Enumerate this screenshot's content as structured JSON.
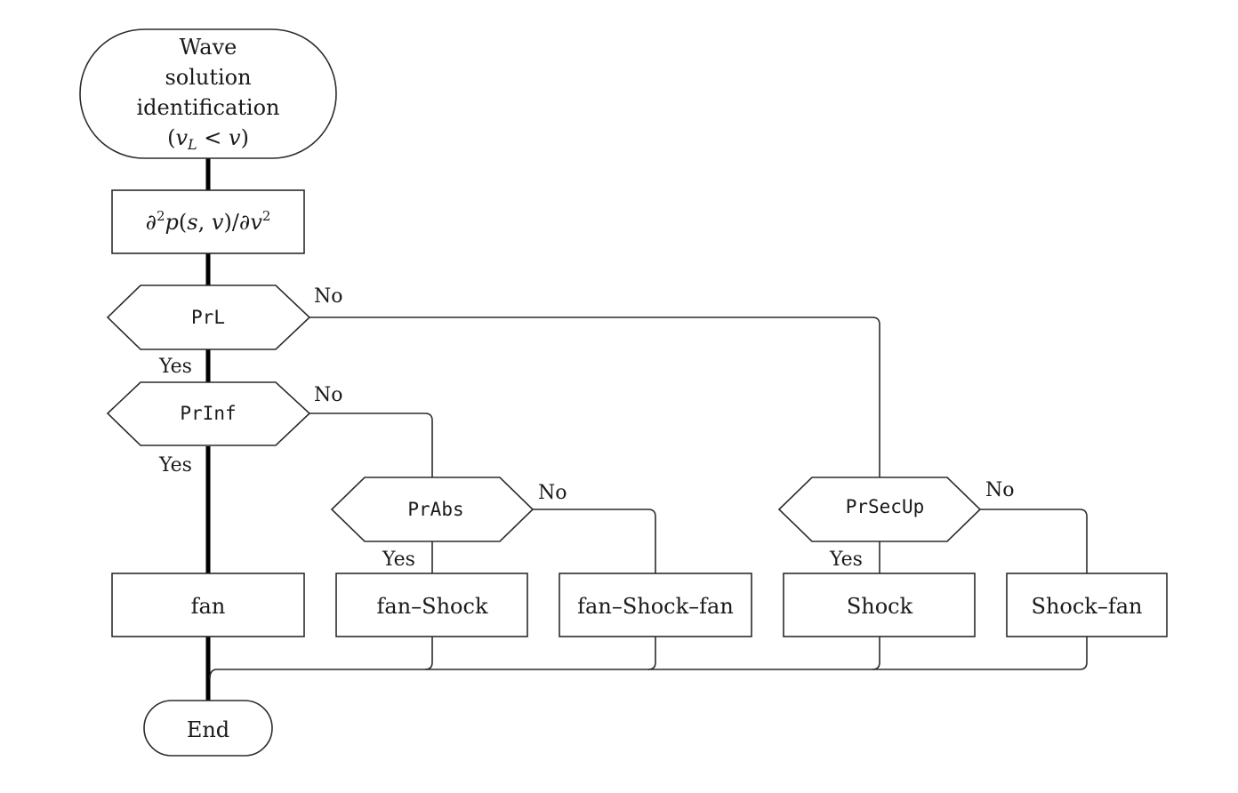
{
  "start": {
    "lines": [
      "Wave",
      "solution",
      "identification",
      "(vL < v)"
    ],
    "math": {
      "open": "(",
      "v": "v",
      "sub": "L",
      "rest": " < ",
      "v2": "v",
      "close": ")"
    }
  },
  "derivative": {
    "partial1": "∂",
    "sup1": "2",
    "p": "p",
    "args_open": "(",
    "s": "s",
    "comma": ", ",
    "v": "v",
    "args_close": ")/",
    "partial2": "∂",
    "v2": "v",
    "sup2": "2"
  },
  "decisions": {
    "prl": "PrL",
    "prinf": "PrInf",
    "prabs": "PrAbs",
    "prsecup": "PrSecUp"
  },
  "labels": {
    "yes": "Yes",
    "no": "No"
  },
  "outcomes": {
    "fan": "fan",
    "fan_shock": "fan–Shock",
    "fan_shock_fan": "fan–Shock–fan",
    "shock": "Shock",
    "shock_fan": "Shock–fan"
  },
  "end": "End"
}
